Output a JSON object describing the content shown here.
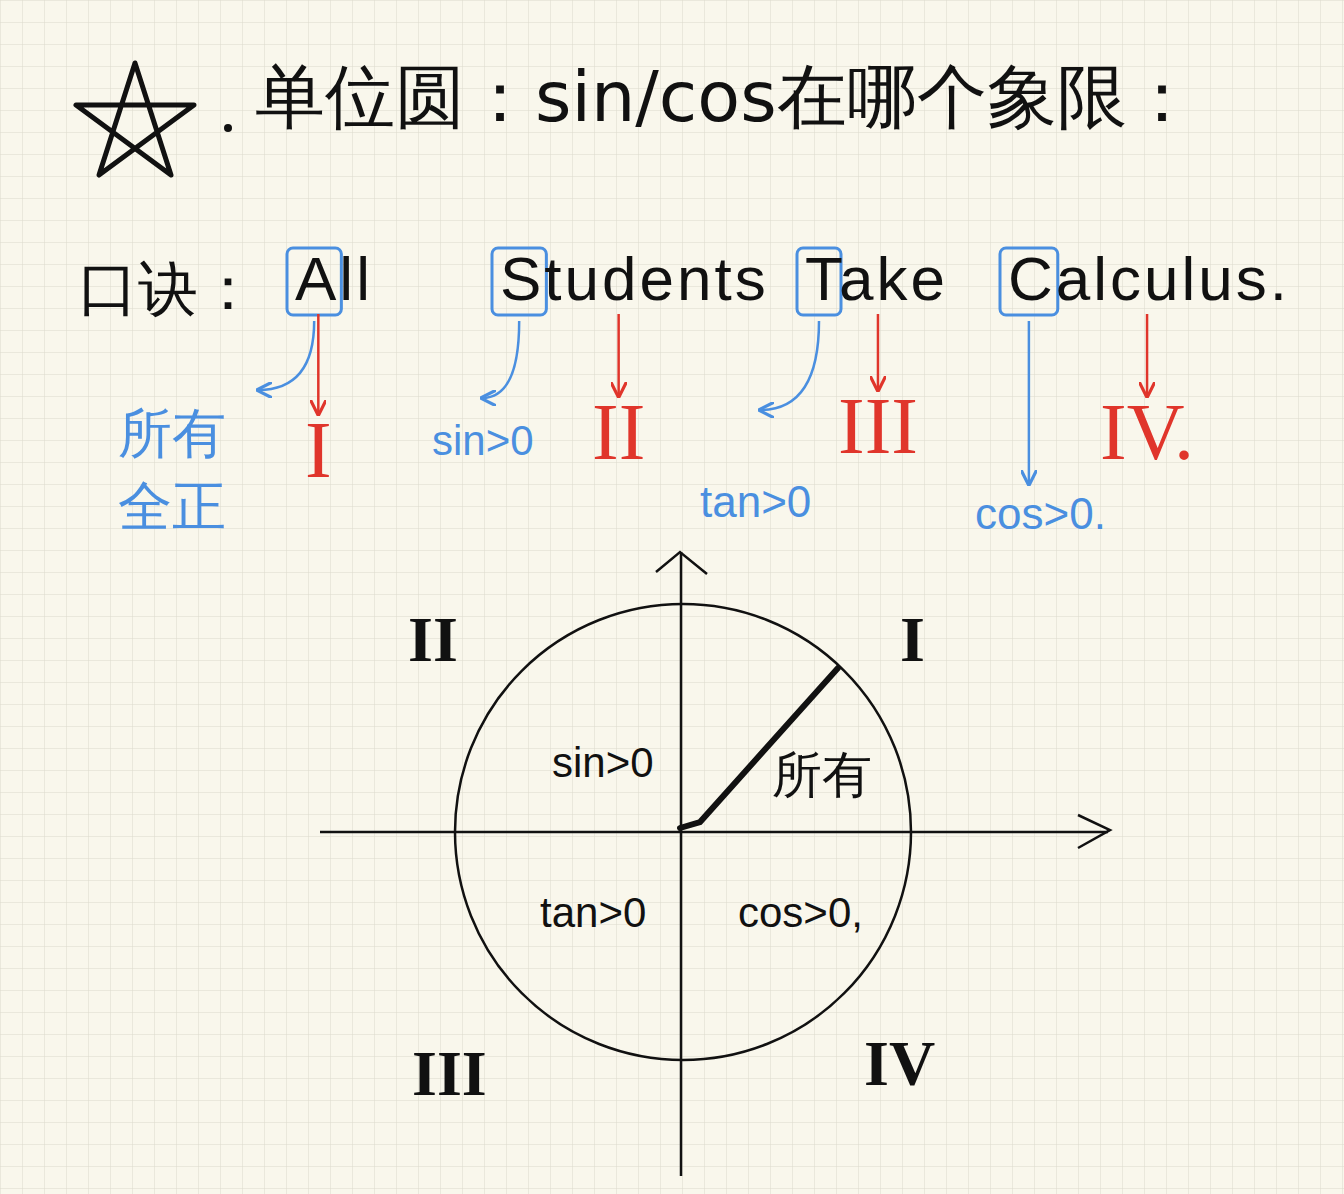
{
  "diagram": {
    "title": "单位圆：sin/cos在哪个象限：",
    "labels": [
      "口诀：",
      "All",
      "Students",
      "Take",
      "Calculus.",
      "所有全正",
      "I",
      "sin>0",
      "II",
      "III",
      "tan>0",
      "IV.",
      "cos>0.",
      "II",
      "I",
      "sin>0",
      "所有",
      "tan>0",
      "cos>0,",
      "III",
      "IV"
    ]
  }
}
